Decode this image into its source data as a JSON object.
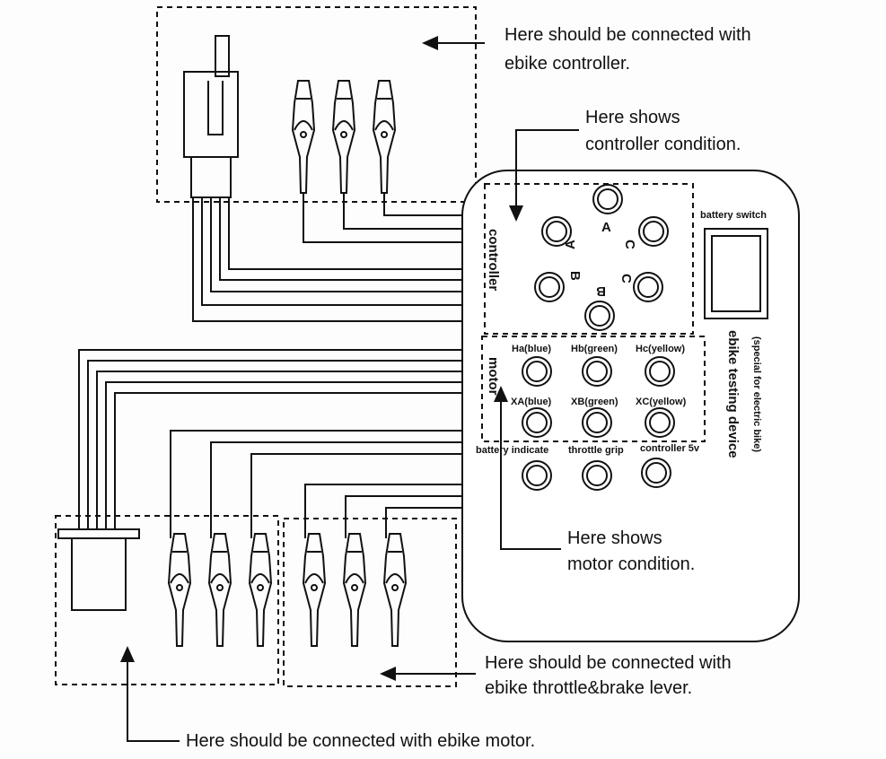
{
  "annotations": {
    "controller_connect": [
      "Here should be connected with",
      "ebike controller."
    ],
    "controller_condition": [
      "Here shows",
      "controller condition."
    ],
    "motor_condition": [
      "Here shows",
      "motor condition."
    ],
    "throttle_connect": [
      "Here should be connected with",
      "ebike throttle&brake lever."
    ],
    "motor_connect": "Here should be connected with ebike motor."
  },
  "device": {
    "title": "ebike testing device",
    "subtitle": "(special for electric bike)",
    "battery_switch": "battery switch",
    "controller_section": "controller",
    "motor_section": "motor",
    "controller_ports": [
      "A",
      "A",
      "C",
      "B",
      "C",
      "B"
    ],
    "hall_ports": [
      "Ha(blue)",
      "Hb(green)",
      "Hc(yellow)"
    ],
    "phase_ports": [
      "XA(blue)",
      "XB(green)",
      "XC(yellow)"
    ],
    "bottom_ports": [
      "battery indicate",
      "throttle grip",
      "controller 5v"
    ]
  }
}
